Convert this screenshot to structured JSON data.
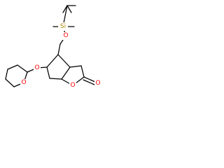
{
  "molecule": {
    "atoms": {
      "silicon": "Si",
      "ether_oxygen_upper": "O",
      "ether_oxygen_left": "O",
      "ring_oxygen_thp": "O",
      "lactone_ring_oxygen": "O",
      "carbonyl_oxygen": "O"
    },
    "colors": {
      "bond": "#000000",
      "carbon_bond": "#000000",
      "oxygen": "#ff0000",
      "silicon": "#b28600",
      "background": "#ffffff"
    }
  }
}
